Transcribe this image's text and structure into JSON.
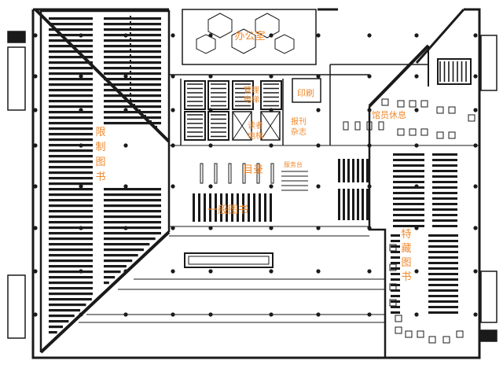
{
  "rooms": {
    "office": "办公室",
    "staff_elevator": [
      "管理",
      "电梯"
    ],
    "print": "印刷",
    "staff_lounge": "馆员休息",
    "reader_elevator": [
      "读者",
      "电梯"
    ],
    "newspapers": [
      "报刊",
      "杂志"
    ],
    "restricted_books": [
      "限",
      "制",
      "图",
      "书"
    ],
    "catalog": "目录",
    "service_desk": "服务台",
    "general_books": "一般图书",
    "special_collection": [
      "特",
      "藏",
      "图",
      "书"
    ]
  },
  "colors": {
    "label": "#f08a2e",
    "line": "#1a1a1a",
    "background": "#ffffff"
  }
}
